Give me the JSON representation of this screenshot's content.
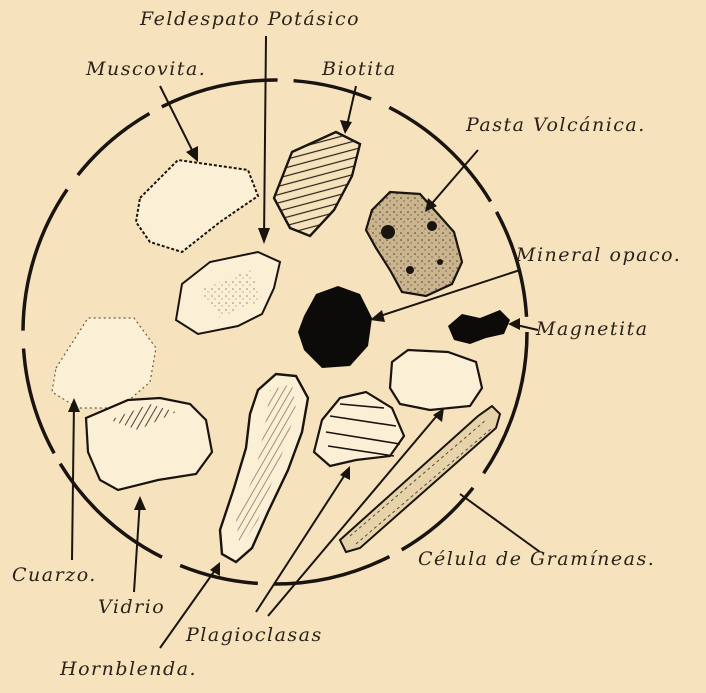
{
  "labels": {
    "feldespato": "Feldespato Potásico",
    "muscovita": "Muscovita.",
    "biotita": "Biotita",
    "pasta": "Pasta Volcánica.",
    "mineral_opaco": "Mineral opaco.",
    "magnetita": "Magnetita",
    "celula": "Célula de Gramíneas.",
    "cuarzo": "Cuarzo.",
    "vidrio": "Vidrio",
    "plagioclasas": "Plagioclasas",
    "hornblenda": "Hornblenda."
  },
  "colors": {
    "paper": "#f6e3bd",
    "ink": "#1a1410",
    "grain_fill": "#fbf0d6",
    "opaque": "#0d0b09"
  }
}
